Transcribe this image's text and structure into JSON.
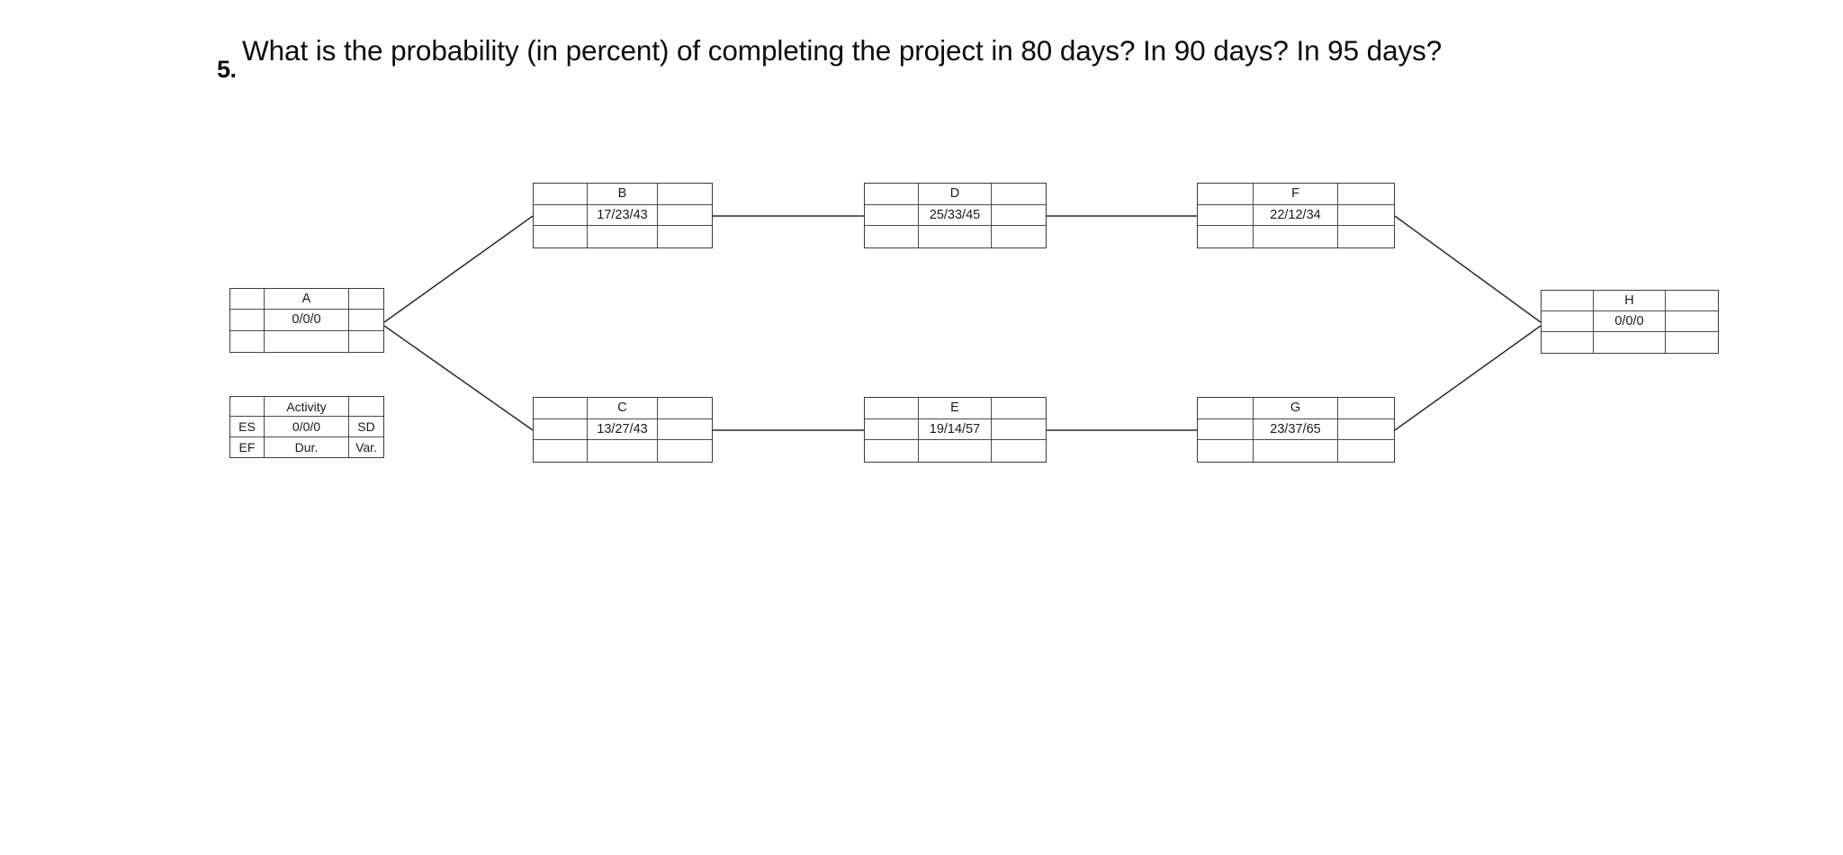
{
  "question": {
    "number": "5.",
    "text": "What is the probability (in percent) of completing the project in 80   days? In 90 days? In 95 days?"
  },
  "diagram": {
    "type": "activity-on-node-network",
    "legend": {
      "title": "Activity",
      "value": "0/0/0",
      "es_label": "ES",
      "ef_label": "EF",
      "sd_label": "SD",
      "var_label": "Var.",
      "dur_label": "Dur."
    },
    "nodes": [
      {
        "id": "A",
        "label": "A",
        "value": "0/0/0"
      },
      {
        "id": "B",
        "label": "B",
        "value": "17/23/43"
      },
      {
        "id": "C",
        "label": "C",
        "value": "13/27/43"
      },
      {
        "id": "D",
        "label": "D",
        "value": "25/33/45"
      },
      {
        "id": "E",
        "label": "E",
        "value": "19/14/57"
      },
      {
        "id": "F",
        "label": "F",
        "value": "22/12/34"
      },
      {
        "id": "G",
        "label": "G",
        "value": "23/37/65"
      },
      {
        "id": "H",
        "label": "H",
        "value": "0/0/0"
      }
    ],
    "edges": [
      {
        "from": "A",
        "to": "B"
      },
      {
        "from": "A",
        "to": "C"
      },
      {
        "from": "B",
        "to": "D"
      },
      {
        "from": "C",
        "to": "E"
      },
      {
        "from": "D",
        "to": "F"
      },
      {
        "from": "E",
        "to": "G"
      },
      {
        "from": "F",
        "to": "H"
      },
      {
        "from": "G",
        "to": "H"
      }
    ],
    "colors": {
      "node_border": "#3a3a3a",
      "cell_border": "#4a4a4a",
      "edge_line": "#2b2b2b",
      "background": "#ffffff",
      "text": "#1a1a1a"
    }
  }
}
